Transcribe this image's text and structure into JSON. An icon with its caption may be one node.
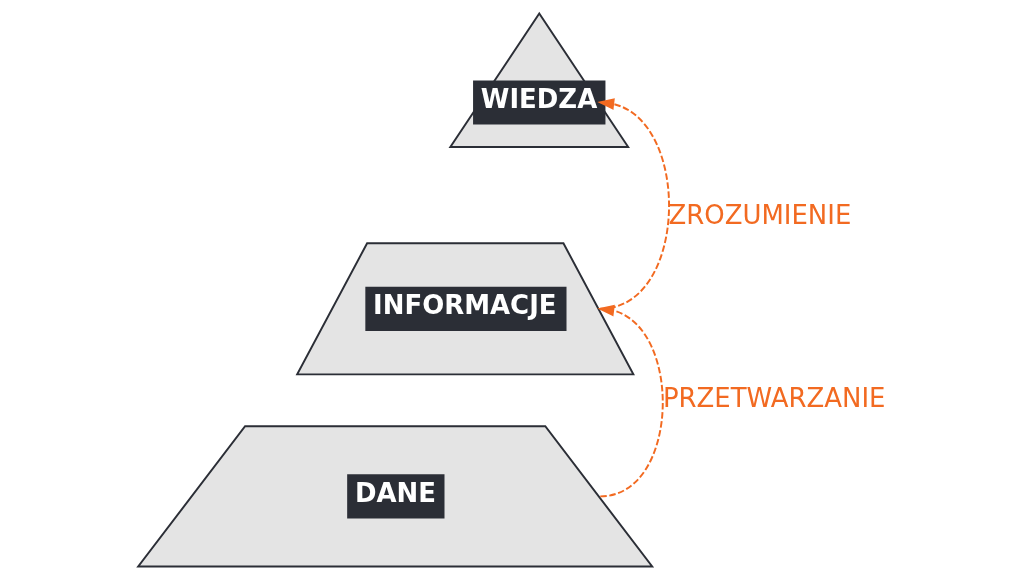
{
  "diagram": {
    "nodes": [
      {
        "text": [
          "WIEDZA"
        ]
      },
      {
        "text": [
          "INFORMACJE"
        ]
      },
      {
        "text": [
          "DANE"
        ]
      }
    ],
    "edges": [
      {
        "from": 2,
        "to": 1,
        "arrow": "to",
        "style": "dashed",
        "label": "PRZETWARZANIE"
      },
      {
        "from": 1,
        "to": 0,
        "arrow": "to",
        "style": "dashed",
        "label": "ZROZUMIENIE"
      }
    ]
  }
}
